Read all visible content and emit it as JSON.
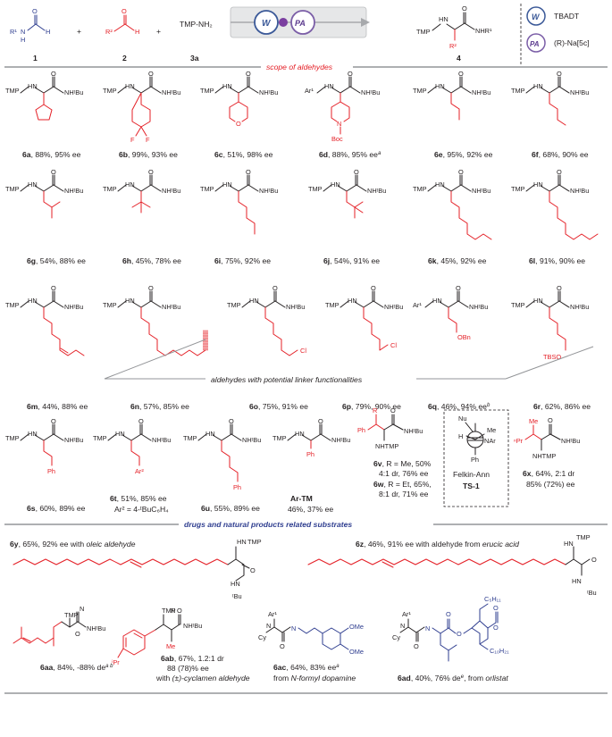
{
  "header": {
    "c1_num": "1",
    "c2_num": "2",
    "c3_num": "3a",
    "c4_num": "4",
    "plus": "+",
    "r1": "R¹",
    "r2": "R²",
    "amine": "TMP-NH₂",
    "catalyst_w": "W",
    "catalyst_pa": "PA",
    "legend_w": "TBADT",
    "legend_pa": "(R)-Na[5c]",
    "prod_tmp": "TMP",
    "prod_nh": "NHR¹",
    "prod_r2": "R²"
  },
  "sections": {
    "aldehydes": "scope of aldehydes",
    "linker": "aldehydes with potential linker functionalities",
    "drugs": "drugs and natural products related substrates"
  },
  "compounds": {
    "6a": {
      "id": "6a",
      "text": ", 88%, 95% ee"
    },
    "6b": {
      "id": "6b",
      "text": ", 99%, 93% ee"
    },
    "6c": {
      "id": "6c",
      "text": ", 51%, 98% ee"
    },
    "6d": {
      "id": "6d",
      "text": ", 88%, 95% ee",
      "sup": "a"
    },
    "6e": {
      "id": "6e",
      "text": ", 95%, 92% ee"
    },
    "6f": {
      "id": "6f",
      "text": ", 68%, 90% ee"
    },
    "6g": {
      "id": "6g",
      "text": ", 54%, 88% ee"
    },
    "6h": {
      "id": "6h",
      "text": ", 45%, 78% ee"
    },
    "6i": {
      "id": "6i",
      "text": ", 75%, 92% ee"
    },
    "6j": {
      "id": "6j",
      "text": ", 54%, 91% ee"
    },
    "6k": {
      "id": "6k",
      "text": ", 45%, 92% ee"
    },
    "6l": {
      "id": "6l",
      "text": ", 91%, 90% ee"
    },
    "6m": {
      "id": "6m",
      "text": ", 44%, 88% ee"
    },
    "6n": {
      "id": "6n",
      "text": ", 57%, 85% ee"
    },
    "6o": {
      "id": "6o",
      "text": ", 75%, 91% ee"
    },
    "6p": {
      "id": "6p",
      "text": ", 79%, 90% ee"
    },
    "6q": {
      "id": "6q",
      "text": ", 46%, 94% ee",
      "sup": "b"
    },
    "6r": {
      "id": "6r",
      "text": ", 62%, 86% ee"
    },
    "6s": {
      "id": "6s",
      "text": ", 60%, 89% ee"
    },
    "6t": {
      "id": "6t",
      "text": ", 51%, 85% ee",
      "line2": "Ar² = 4-ᵗBuC₆H₄"
    },
    "6u": {
      "id": "6u",
      "text": ", 55%, 89% ee"
    },
    "artm": {
      "id": "Ar-TM",
      "line2": "46%, 37% ee"
    },
    "6v": {
      "id": "6v",
      "text": ", R = Me, 50%",
      "line2": "4:1 dr, 76% ee"
    },
    "6w": {
      "id": "6w",
      "text": ", R = Et,  65%,",
      "line2": "8:1 dr, 71% ee"
    },
    "ts1": {
      "name": "Felkin-Ann",
      "id": "TS-1",
      "nu": "Nu",
      "me": "Me",
      "h": "H",
      "nar": "NAr",
      "ph": "Ph"
    },
    "6x": {
      "id": "6x",
      "text": ", 64%, 2:1 dr",
      "line2": "85% (72%) ee"
    },
    "6y": {
      "id": "6y",
      "text": ", 65%, 92% ee with ",
      "src": "oleic aldehyde"
    },
    "6z": {
      "id": "6z",
      "text": ", 46%, 91% ee with aldehyde from ",
      "src": "erucic acid"
    },
    "6aa": {
      "id": "6aa",
      "text": ", 84%, -88% de",
      "sup": "a b"
    },
    "6ab": {
      "id": "6ab",
      "text": ", 67%,  1.2:1 dr",
      "line2": "88 (78)% ee",
      "line3": "with ",
      "src": "(±)-cyclamen aldehyde"
    },
    "6ac": {
      "id": "6ac",
      "text": ", 64%, 83% ee",
      "sup": "a",
      "line2": "from ",
      "src": "N-formyl dopamine"
    },
    "6ad": {
      "id": "6ad",
      "text": ", 40%, 76% de",
      "sup": "e",
      "line2": ", from ",
      "src": "orlistat"
    }
  },
  "groups": {
    "tmp": "TMP",
    "nh": "N",
    "h": "H",
    "o": "O",
    "nhtbu": "NHᵗBu",
    "f": "F",
    "boc": "Boc",
    "ar1": "Ar¹",
    "n": "N",
    "cl": "Cl",
    "obn": "OBn",
    "tbso": "TBSO",
    "ph": "Ph",
    "ar2": "Ar²",
    "r": "R",
    "nhtmp": "NHTMP",
    "npr": "ⁿPr",
    "me": "Me",
    "ipr": "ⁱPr",
    "cy": "Cy",
    "ome": "OMe",
    "c5h11": "C₅H₁₁",
    "c10h21": "C₁₀H₂₁",
    "hn": "HN",
    "tbu": "ᵗBu"
  },
  "colors": {
    "red": "#e41f26",
    "blue": "#2e3d8f",
    "ink": "#231f20"
  }
}
